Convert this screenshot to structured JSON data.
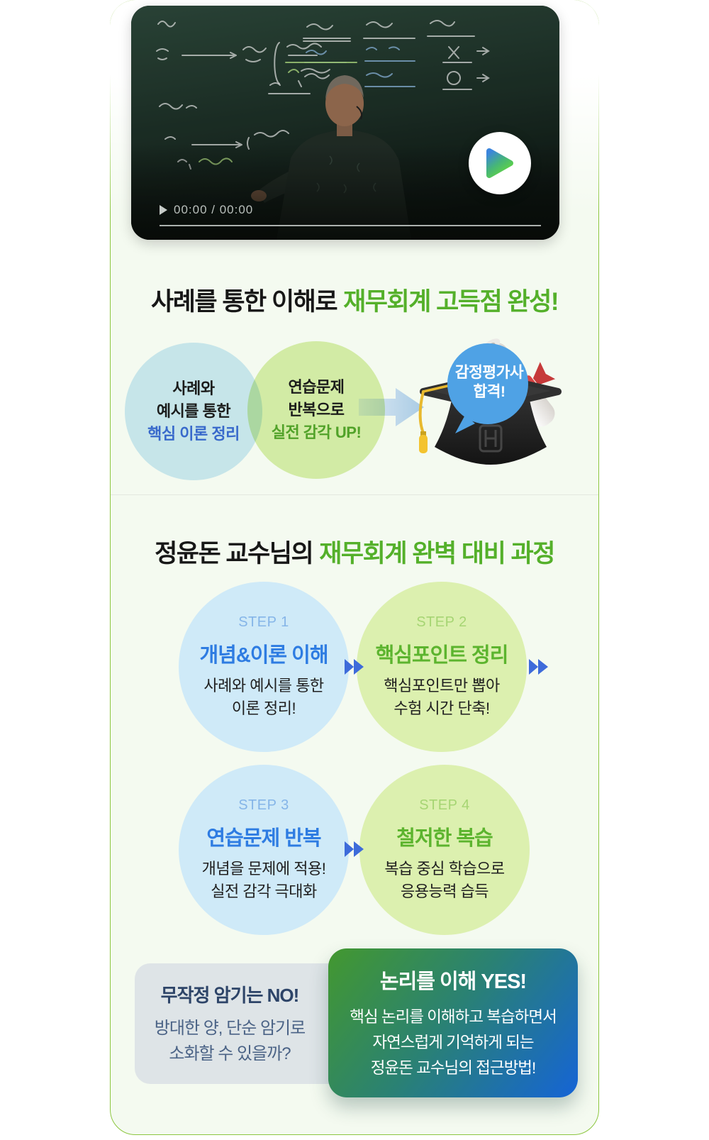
{
  "video": {
    "time": "00:00 / 00:00"
  },
  "headline1": {
    "black": "사례를 통한 이해로",
    "green": "재무회계 고득점 완성!"
  },
  "venn": {
    "left": {
      "line1": "사례와",
      "line2": "예시를 통한",
      "highlight": "핵심 이론 정리"
    },
    "right": {
      "line1": "연습문제",
      "line2": "반복으로",
      "highlight": "실전 감각 UP!"
    }
  },
  "badge": {
    "line1": "감정평가사",
    "line2": "합격!"
  },
  "headline2": {
    "black": "정윤돈 교수님의",
    "green": "재무회계 완벽 대비 과정"
  },
  "steps": [
    {
      "label": "STEP 1",
      "title": "개념&이론 이해",
      "desc1": "사례와 예시를 통한",
      "desc2": "이론 정리!"
    },
    {
      "label": "STEP 2",
      "title": "핵심포인트 정리",
      "desc1": "핵심포인트만 뽑아",
      "desc2": "수험 시간 단축!"
    },
    {
      "label": "STEP 3",
      "title": "연습문제 반복",
      "desc1": "개념을 문제에 적용!",
      "desc2": "실전 감각 극대화"
    },
    {
      "label": "STEP 4",
      "title": "철저한 복습",
      "desc1": "복습 중심 학습으로",
      "desc2": "응용능력 습득"
    }
  ],
  "no_box": {
    "title": "무작정 암기는 NO!",
    "desc1": "방대한 양, 단순 암기로",
    "desc2": "소화할 수 있을까?"
  },
  "yes_box": {
    "title": "논리를 이해 YES!",
    "desc1": "핵심 논리를 이해하고 복습하면서",
    "desc2": "자연스럽게 기억하게 되는",
    "desc3": "정윤돈 교수님의 접근방법!"
  },
  "colors": {
    "accent_green": "#54b02a",
    "accent_blue": "#3a6bd8",
    "circle_blue_bg": "#cfeaf8",
    "circle_green_bg": "#dcf0b0",
    "container_border": "#8cc63f",
    "badge_blue": "#4fa2e5",
    "no_box_bg": "#dee4e7",
    "yes_box_gradient_start": "#43982f",
    "yes_box_gradient_end": "#1564d6"
  }
}
